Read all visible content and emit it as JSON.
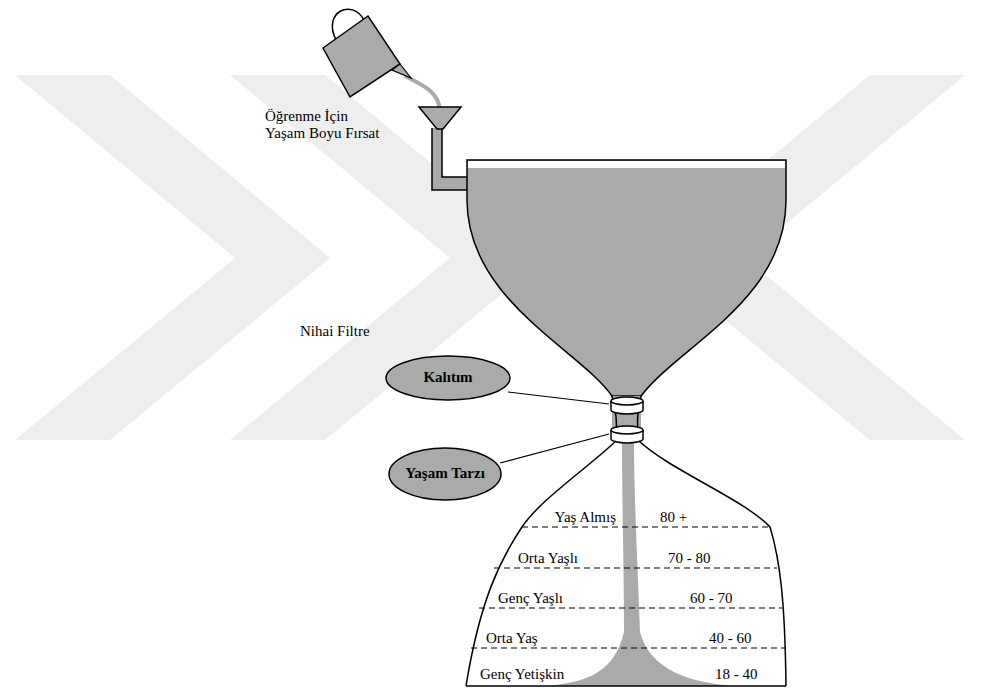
{
  "diagram": {
    "nodes": [
      {
        "text": [
          "Kalıtım"
        ]
      },
      {
        "text": [
          "Yaşam Tarzı"
        ]
      },
      {
        "text": [
          "Yaş Almış",
          "80 +"
        ]
      },
      {
        "text": [
          "Orta Yaşlı",
          "70 - 80"
        ]
      },
      {
        "text": [
          "Genç Yaşlı",
          "60 - 70"
        ]
      },
      {
        "text": [
          "Orta Yaş",
          "40 - 60"
        ]
      },
      {
        "text": [
          "Genç Yetişkin",
          "18 - 40"
        ]
      }
    ],
    "labels": [
      "Öğrenme İçin Yaşam Boyu Fırsat",
      "Nihai Filtre"
    ]
  }
}
